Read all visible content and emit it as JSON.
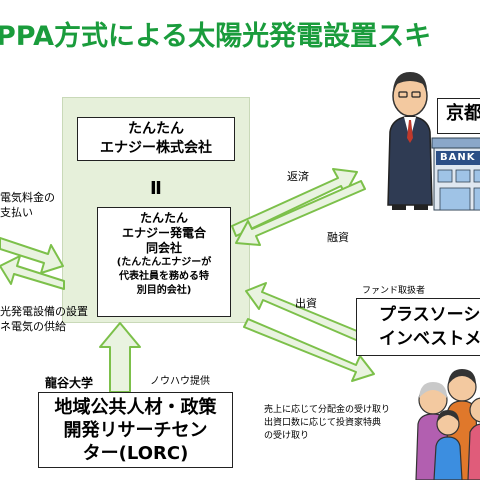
{
  "title": "PPA方式による太陽光発電設置スキ",
  "entities": {
    "tantan_energy": "たんたん\nエナジー株式会社",
    "equals": "Ⅱ",
    "tantan_godo": "たんたん\nエナジー発電合\n同会社",
    "tantan_godo_note": "(たんたんエナジーが\n代表社員を務める特\n別目的会社)",
    "lorc": "地域公共人材・政策\n開発リサーチセン\nター(LORC)",
    "plus_social": "プラスソーシ\nインベストメ",
    "bank": "京都"
  },
  "labels": {
    "electricity_fee": "電気料金の\n支払い",
    "solar_supply": "光発電設備の設置\nネ電気の供給",
    "repayment": "返済",
    "financing": "融資",
    "fund_handler": "ファンド取扱者",
    "investment": "出資",
    "ryukoku": "龍谷大学",
    "knowhow": "ノウハウ提供",
    "dividend": "売上に応じて分配金の受け取り\n出資口数に応じて投資家特典\nの受け取り",
    "bank_sign": "BANK"
  },
  "colors": {
    "title": "#1a9c3c",
    "panel": "#e6f0da",
    "arrow_fill": "#e9f3e0",
    "arrow_stroke": "#7cc04a"
  }
}
